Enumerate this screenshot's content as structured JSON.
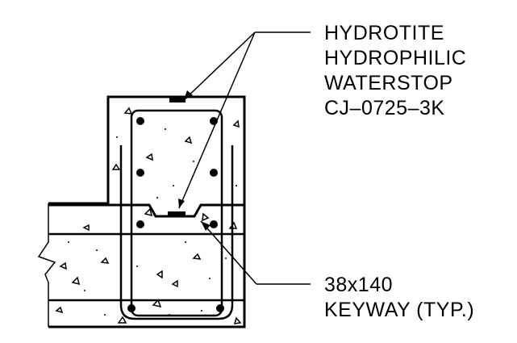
{
  "callouts": {
    "waterstop": {
      "lines": [
        "HYDROTITE",
        "HYDROPHILIC",
        "WATERSTOP",
        "CJ–0725–3K"
      ]
    },
    "keyway": {
      "lines": [
        "38x140",
        "KEYWAY (TYP.)"
      ]
    }
  },
  "colors": {
    "ink": "#000000",
    "background": "#ffffff"
  }
}
